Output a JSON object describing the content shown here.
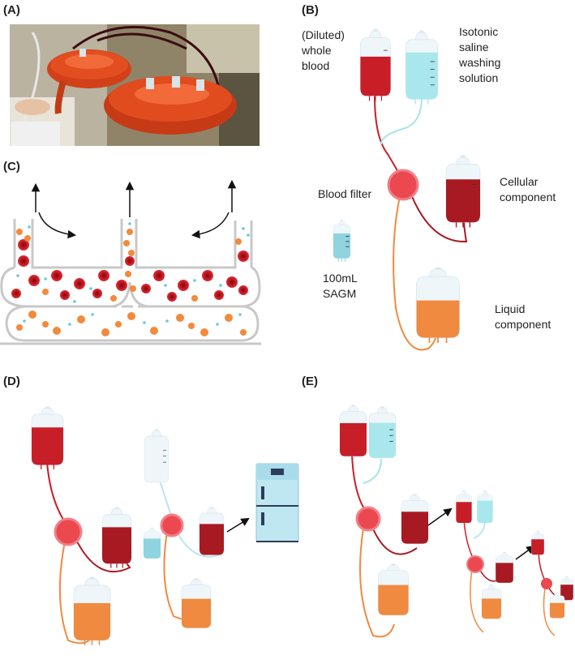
{
  "panels": {
    "a": "(A)",
    "b": "(B)",
    "c": "(C)",
    "d": "(D)",
    "e": "(E)"
  },
  "labels_b": {
    "whole_blood": [
      "(Diluted)",
      "whole",
      "blood"
    ],
    "saline": [
      "Isotonic",
      "saline",
      "washing",
      "solution"
    ],
    "filter": "Blood filter",
    "cellular": [
      "Cellular",
      "component"
    ],
    "sagm": [
      "100mL",
      "SAGM"
    ],
    "liquid": [
      "Liquid",
      "component"
    ]
  },
  "colors": {
    "blood": "#c81e28",
    "dark_blood": "#a81a22",
    "saline": "#a8e8ec",
    "orange": "#f08a40",
    "filter": "#e8424c",
    "bag": "#eef6fa",
    "photo_bg": "#8a7a5a",
    "device": "#e24a1c",
    "fridge": "#bfe7f2"
  }
}
